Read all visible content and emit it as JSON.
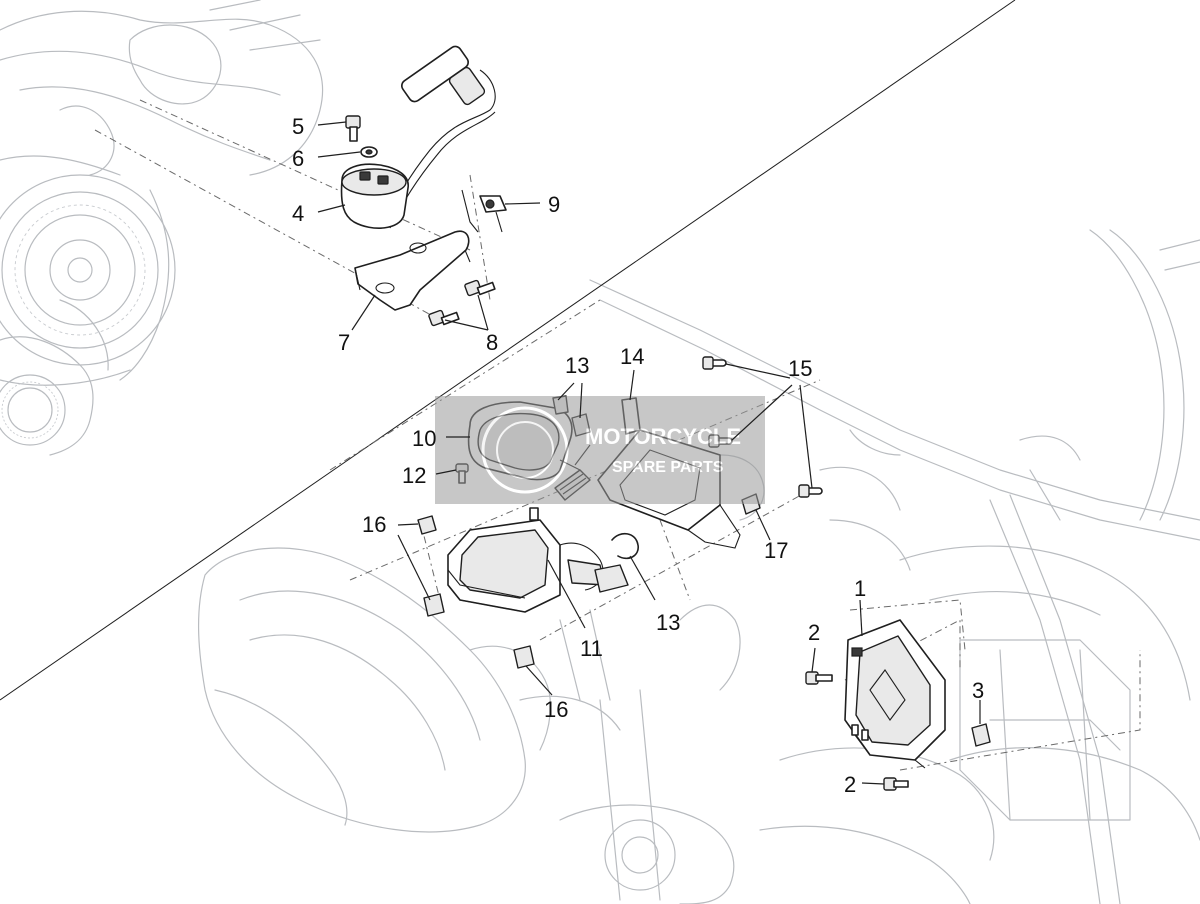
{
  "callouts": [
    {
      "id": "c5",
      "label": "5"
    },
    {
      "id": "c6",
      "label": "6"
    },
    {
      "id": "c4",
      "label": "4"
    },
    {
      "id": "c9",
      "label": "9"
    },
    {
      "id": "c7",
      "label": "7"
    },
    {
      "id": "c8",
      "label": "8"
    },
    {
      "id": "c13a",
      "label": "13"
    },
    {
      "id": "c14",
      "label": "14"
    },
    {
      "id": "c15",
      "label": "15"
    },
    {
      "id": "c10",
      "label": "10"
    },
    {
      "id": "c12",
      "label": "12"
    },
    {
      "id": "c16a",
      "label": "16"
    },
    {
      "id": "c17",
      "label": "17"
    },
    {
      "id": "c11",
      "label": "11"
    },
    {
      "id": "c13b",
      "label": "13"
    },
    {
      "id": "c16b",
      "label": "16"
    },
    {
      "id": "c1",
      "label": "1"
    },
    {
      "id": "c2a",
      "label": "2"
    },
    {
      "id": "c3",
      "label": "3"
    },
    {
      "id": "c2b",
      "label": "2"
    }
  ],
  "watermark": {
    "line1": "MOTORCYCLE",
    "line2": "SPARE PARTS",
    "color": "#9a9a9a"
  }
}
